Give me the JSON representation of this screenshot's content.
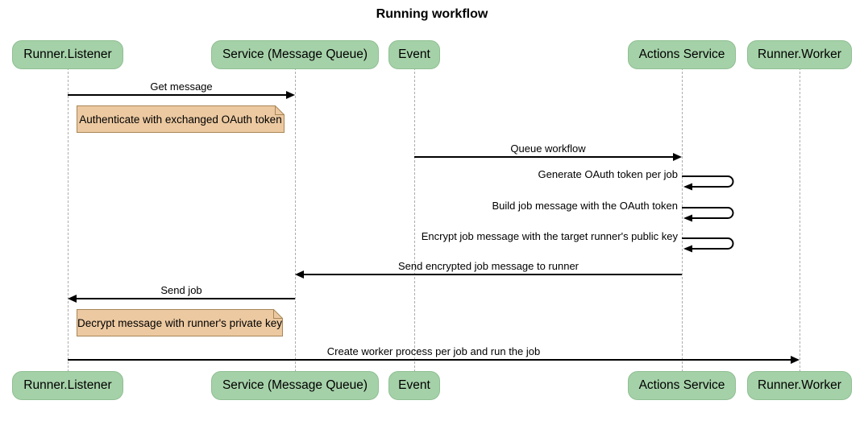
{
  "title": "Running workflow",
  "actors": [
    {
      "label": "Runner.Listener"
    },
    {
      "label": "Service (Message Queue)"
    },
    {
      "label": "Event"
    },
    {
      "label": "Actions Service"
    },
    {
      "label": "Runner.Worker"
    }
  ],
  "messages": [
    {
      "label": "Get message",
      "from": "Runner.Listener",
      "to": "Service (Message Queue)",
      "type": "solid-arrow"
    },
    {
      "label": "Queue workflow",
      "from": "Event",
      "to": "Actions Service",
      "type": "solid-arrow"
    },
    {
      "label": "Generate OAuth token per job",
      "from": "Actions Service",
      "to": "Actions Service",
      "type": "self"
    },
    {
      "label": "Build job message with the OAuth token",
      "from": "Actions Service",
      "to": "Actions Service",
      "type": "self"
    },
    {
      "label": "Encrypt job message with the target runner's public key",
      "from": "Actions Service",
      "to": "Actions Service",
      "type": "self"
    },
    {
      "label": "Send encrypted job message to runner",
      "from": "Actions Service",
      "to": "Service (Message Queue)",
      "type": "solid-arrow"
    },
    {
      "label": "Send job",
      "from": "Service (Message Queue)",
      "to": "Runner.Listener",
      "type": "solid-arrow"
    },
    {
      "label": "Create worker process per job and run the job",
      "from": "Runner.Listener",
      "to": "Runner.Worker",
      "type": "solid-arrow"
    }
  ],
  "notes": [
    {
      "text": "Authenticate with exchanged OAuth token",
      "anchor": "Runner.Listener"
    },
    {
      "text": "Decrypt message with runner's private key",
      "anchor": "Runner.Listener"
    }
  ],
  "colors": {
    "actor_fill": "#a5d1a8",
    "actor_border": "#8fbf92",
    "note_fill": "#ecc9a1",
    "note_border": "#a98657",
    "lifeline": "#adadad",
    "arrow": "#000000",
    "background": "#ffffff"
  }
}
